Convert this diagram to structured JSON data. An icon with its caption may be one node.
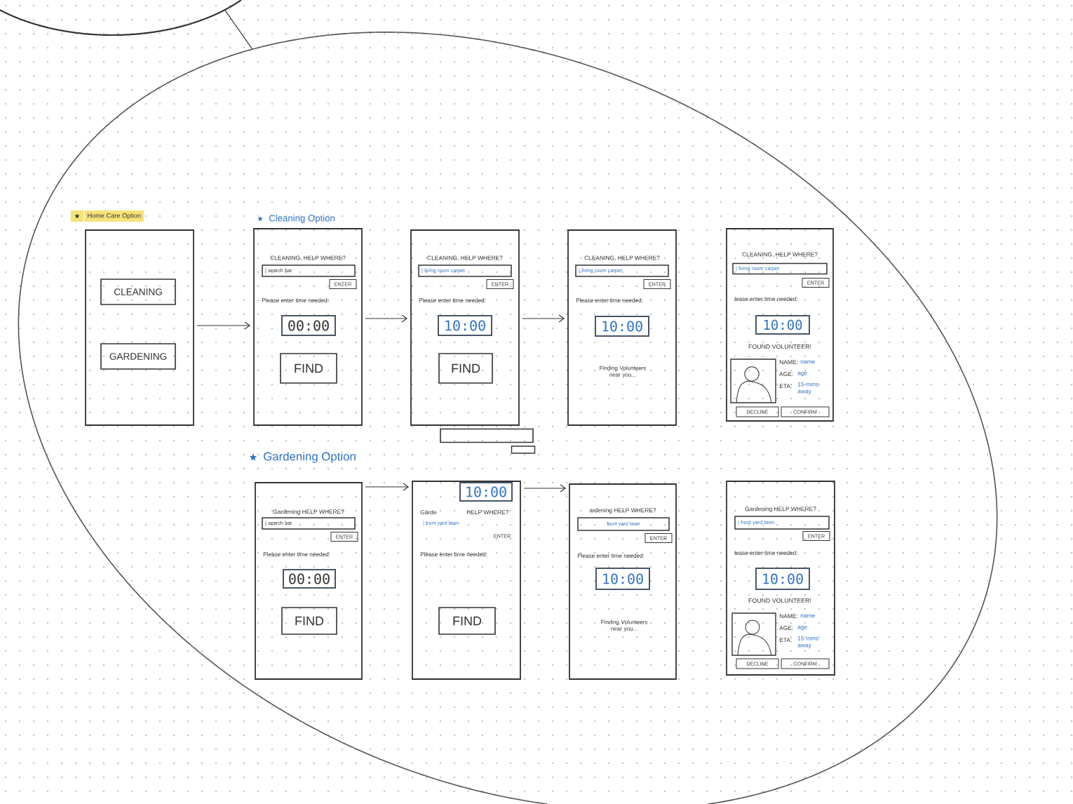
{
  "diagram": {
    "nodes": [
      {
        "text": [],
        "shape": "circle"
      },
      {
        "text": [],
        "shape": "circle"
      },
      {
        "text": [
          "Home Care Option"
        ],
        "in": 1
      },
      {
        "text": [
          "CLEANING"
        ],
        "in": 2
      },
      {
        "text": [
          "GARDENING"
        ],
        "in": 2
      },
      {
        "text": [
          "Cleaning Option",
          "CLEANING, HELP WHERE?",
          "Please enter time needed:"
        ],
        "in": 1
      },
      {
        "text": [
          "| search bar"
        ],
        "in": 5
      },
      {
        "text": [
          "ENTER"
        ],
        "in": 5
      },
      {
        "text": [
          "00:00"
        ],
        "in": 5
      },
      {
        "text": [
          "FIND"
        ],
        "in": 5
      },
      {
        "text": [
          "CLEANING, HELP WHERE?",
          "Please enter time needed:"
        ],
        "in": 1
      },
      {
        "text": [
          "| living room carpet"
        ],
        "in": 10
      },
      {
        "text": [
          "ENTER"
        ],
        "in": 10
      },
      {
        "text": [
          "10:00"
        ],
        "in": 10
      },
      {
        "text": [
          "FIND"
        ],
        "in": 10
      },
      {
        "text": [
          "CLEANING, HELP WHERE?",
          "Please enter time needed:",
          "Finding Volunteers near you..."
        ],
        "in": 1
      },
      {
        "text": [
          "| living room carpet"
        ],
        "in": 15
      },
      {
        "text": [
          "ENTER"
        ],
        "in": 15
      },
      {
        "text": [
          "10:00"
        ],
        "in": 15
      },
      {
        "text": [
          "CLEANING, HELP WHERE?",
          "lease enter time needed:",
          "FOUND VOLUNTEER!",
          "NAME:",
          "name",
          "AGE:",
          "age",
          "ETA:",
          "15 mins away"
        ],
        "in": 1
      },
      {
        "text": [
          "| living room carpet"
        ],
        "in": 19
      },
      {
        "text": [
          "ENTER"
        ],
        "in": 19
      },
      {
        "text": [
          "10:00"
        ],
        "in": 19
      },
      {
        "text": [],
        "shape": "picture",
        "in": 19
      },
      {
        "text": [
          "DECLINE"
        ],
        "in": 19
      },
      {
        "text": [
          "CONFIRM"
        ],
        "in": 19
      },
      {
        "text": [],
        "shape": "box",
        "in": 1
      },
      {
        "text": [],
        "shape": "box",
        "in": 1
      },
      {
        "text": [
          "Gardening Option",
          "Gardening HELP WHERE?",
          "Please enter time needed:"
        ],
        "in": 1
      },
      {
        "text": [
          "| search bar"
        ],
        "in": 28
      },
      {
        "text": [
          "ENTER"
        ],
        "in": 28
      },
      {
        "text": [
          "00:00"
        ],
        "in": 28
      },
      {
        "text": [
          "FIND"
        ],
        "in": 28
      },
      {
        "text": [
          "Garde",
          "HELP WHERE?",
          "| front yard lawn",
          "ENTER",
          "Please enter time needed:"
        ],
        "in": 1
      },
      {
        "text": [
          "10:00"
        ],
        "in": 33
      },
      {
        "text": [
          "FIND"
        ],
        "in": 33
      },
      {
        "text": [
          "ardening HELP WHERE?",
          "Please enter time needed:",
          "Finding Volunteers near you..."
        ],
        "in": 1
      },
      {
        "text": [
          "front yard lawn"
        ],
        "in": 36
      },
      {
        "text": [
          "ENTER"
        ],
        "in": 36
      },
      {
        "text": [
          "10:00"
        ],
        "in": 36
      },
      {
        "text": [
          "Gardening HELP WHERE?",
          "lease enter time needed:",
          "FOUND VOLUNTEER!",
          "NAME:",
          "name",
          "AGE:",
          "age",
          "ETA:",
          "15 mins away"
        ],
        "in": 1
      },
      {
        "text": [
          "| front yard lawn"
        ],
        "in": 40
      },
      {
        "text": [
          "ENTER"
        ],
        "in": 40
      },
      {
        "text": [
          "10:00"
        ],
        "in": 40
      },
      {
        "text": [],
        "shape": "picture",
        "in": 40
      },
      {
        "text": [
          "DECLINE"
        ],
        "in": 40
      },
      {
        "text": [
          "CONFIRM"
        ],
        "in": 40
      }
    ],
    "edges": [
      {
        "from": 0,
        "to": 1,
        "arrow": "none"
      },
      {
        "from": 2,
        "to": 5,
        "arrow": "to"
      },
      {
        "from": 5,
        "to": 10,
        "arrow": "to"
      },
      {
        "from": 10,
        "to": 15,
        "arrow": "to"
      },
      {
        "from": 28,
        "to": 33,
        "arrow": "to"
      },
      {
        "from": 33,
        "to": 36,
        "arrow": "to"
      }
    ]
  }
}
